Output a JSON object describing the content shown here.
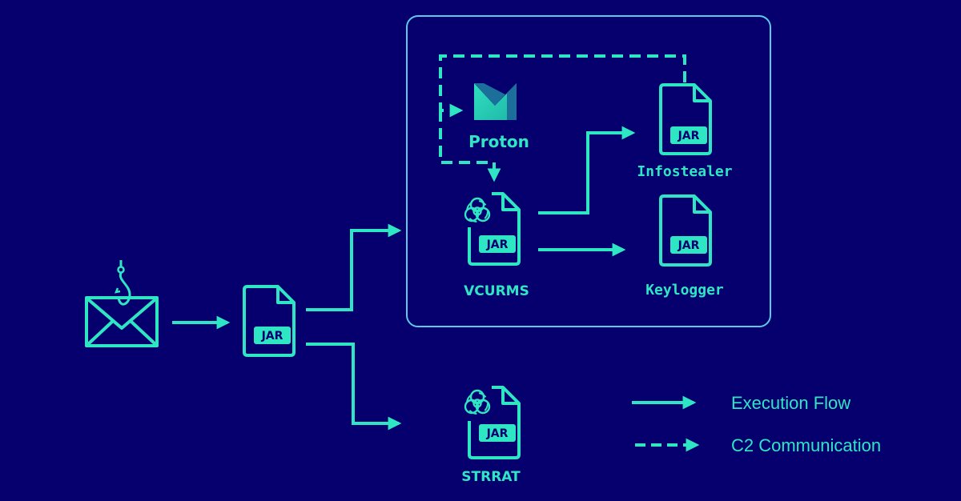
{
  "colors": {
    "background": "#05006e",
    "accent": "#2fe6c4",
    "box_border": "#5ec8e8",
    "badge_text": "#05006e",
    "proton_light": "#2fd8b8",
    "proton_dark": "#1c6f9a"
  },
  "nodes": {
    "phishing_email": {
      "icon": "phishing-email-icon"
    },
    "dropper_jar": {
      "badge": "JAR"
    },
    "proton": {
      "label": "Proton",
      "icon": "proton-mail-logo"
    },
    "vcurms": {
      "label": "VCURMS",
      "badge": "JAR",
      "icon": "biohazard-icon"
    },
    "infostealer": {
      "label": "Infostealer",
      "badge": "JAR"
    },
    "keylogger": {
      "label": "Keylogger",
      "badge": "JAR"
    },
    "strrat": {
      "label": "STRRAT",
      "badge": "JAR",
      "icon": "biohazard-icon"
    }
  },
  "legend": {
    "execution_flow": "Execution Flow",
    "c2_communication": "C2 Communication"
  }
}
